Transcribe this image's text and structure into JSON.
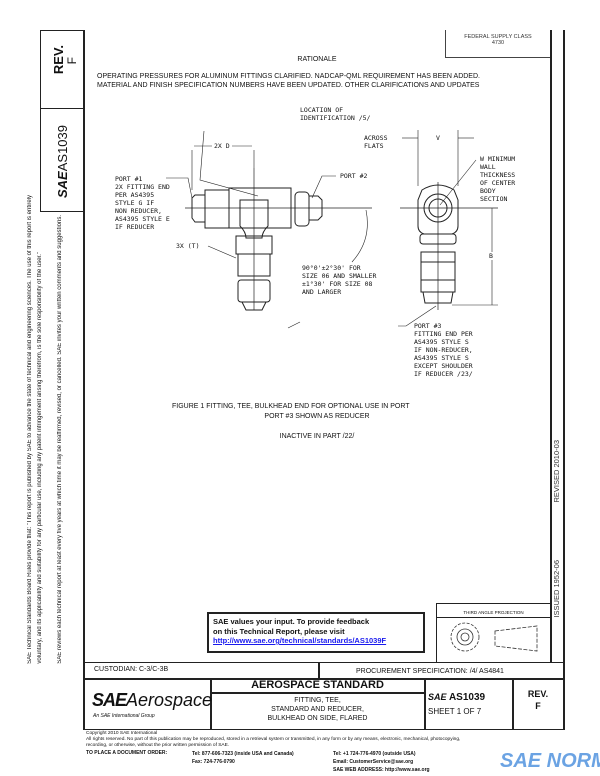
{
  "side": {
    "rev_label": "REV.",
    "rev_value": "F",
    "doc_logo": "SAE",
    "doc_number": "AS1039",
    "notice_1": "SAE Technical Standards Board Rules provide that: \"This report is published by SAE to advance the state of technical and engineering sciences. The use of this report is entirely",
    "notice_2": "voluntary, and its applicability and suitability for any particular use, including any patent infringement arising therefrom, is the sole responsibility of the user.\"",
    "notice_3": "SAE reviews each technical report at least every five years at which time it may be reaffirmed, revised, or cancelled. SAE invites your written comments and suggestions.",
    "issued": "ISSUED 1952-06",
    "revised": "REVISED 2010-03"
  },
  "header": {
    "fsc_label": "FEDERAL SUPPLY CLASS",
    "fsc_value": "4730",
    "rationale_title": "RATIONALE",
    "rationale_line1": "OPERATING PRESSURES FOR ALUMINUM FITTINGS CLARIFIED.  NADCAP-QML REQUIREMENT HAS BEEN ADDED.",
    "rationale_line2": "MATERIAL AND FINISH SPECIFICATION NUMBERS HAVE BEEN UPDATED. OTHER CLARIFICATIONS AND UPDATES"
  },
  "drawing": {
    "location_id": [
      "LOCATION OF",
      "IDENTIFICATION /5/"
    ],
    "dim_d": "2X D",
    "port1": [
      "PORT #1",
      "2X FITTING END",
      "PER AS4395",
      "STYLE G IF",
      "NON REDUCER,",
      "AS4395 STYLE E",
      "IF REDUCER"
    ],
    "port2": "PORT #2",
    "dim_t": "3X (T)",
    "angle": [
      "90°0'±2°30' FOR",
      "SIZE 06 AND SMALLER",
      "±1°30' FOR SIZE 08",
      "AND LARGER"
    ],
    "across_flats": [
      "ACROSS",
      "FLATS"
    ],
    "dim_v": "V",
    "wall": [
      "W MINIMUM",
      "WALL",
      "THICKNESS",
      "OF CENTER",
      "BODY",
      "SECTION"
    ],
    "dim_b": "B",
    "port3": [
      "PORT #3",
      "FITTING END PER",
      "AS4395 STYLE S",
      "IF NON-REDUCER,",
      "AS4395 STYLE S",
      "EXCEPT SHOULDER",
      "IF REDUCER /23/"
    ]
  },
  "caption": {
    "line1": "FIGURE 1   FITTING, TEE, BULKHEAD END FOR OPTIONAL USE IN PORT",
    "line2": "PORT #3 SHOWN AS REDUCER",
    "inactive": "INACTIVE IN PART /22/"
  },
  "feedback": {
    "line1": "SAE values your input. To provide feedback",
    "line2": "on this Technical Report, please visit",
    "link": "http://www.sae.org/technical/standards/AS1039F"
  },
  "projection": {
    "label": "THIRD ANGLE PROJECTION"
  },
  "titleblock": {
    "custodian": "CUSTODIAN: C-3/C-3B",
    "procurement": "PROCUREMENT SPECIFICATION: /4/ AS4841",
    "logo_sae": "SAE",
    "logo_aero": "Aerospace",
    "logo_sub": "An SAE International Group",
    "standard": "AEROSPACE STANDARD",
    "title1": "FITTING, TEE,",
    "title2": "STANDARD AND REDUCER,",
    "title3": "BULKHEAD ON SIDE, FLARED",
    "doc_logo": "SAE",
    "doc_number": "AS1039",
    "sheet": "SHEET 1 OF 7",
    "rev_label": "REV.",
    "rev_value": "F"
  },
  "footer": {
    "copyright": "Copyright 2010 SAE International",
    "rights1": "All rights reserved. No part of this publication may be reproduced, stored in a retrieval system or transmitted, in any form or by any means, electronic, mechanical, photocopying,",
    "rights2": "recording, or otherwise, without the prior written permission of SAE.",
    "order": "TO PLACE A DOCUMENT ORDER:",
    "tel1": "Tel:  877-606-7323 (inside USA and Canada)",
    "fax": "Fax:  724-776-0790",
    "tel2": "Tel:  +1 724-776-4970 (outside USA)",
    "email": "Email: CustomerService@sae.org",
    "web": "SAE WEB ADDRESS:  http://www.sae.org",
    "watermark": "SAE NORM"
  }
}
